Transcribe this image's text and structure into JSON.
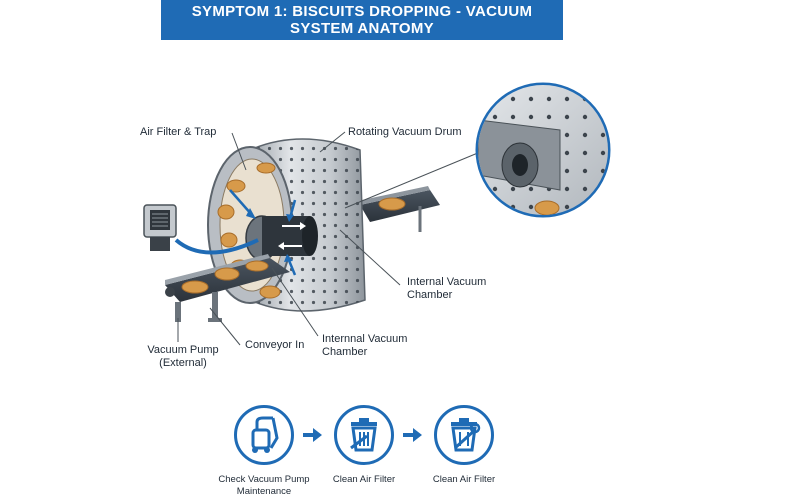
{
  "title": {
    "line1": "SYMPTOM 1: BISCUITS DROPPING - VACUUM",
    "line2": "SYSTEM ANATOMY"
  },
  "labels": {
    "air_filter": "Air Filter & Trap",
    "drum": "Rotating Vacuum Drum",
    "chamber_right_l1": "Internal Vacuum",
    "chamber_right_l2": "Chamber",
    "chamber_bottom_l1": "Internnal Vacuum",
    "chamber_bottom_l2": "Chamber",
    "pump_l1": "Vacuum Pump",
    "pump_l2": "(External)",
    "conveyor": "Conveyor In"
  },
  "steps": [
    {
      "label_l1": "Check Vacuum Pump",
      "label_l2": "Maintenance",
      "icon": "vacuum-cleaner-icon"
    },
    {
      "label_l1": "Clean Air Filter",
      "label_l2": "",
      "icon": "trash-can-icon"
    },
    {
      "label_l1": "Clean Air Filter",
      "label_l2": "",
      "icon": "wrench-bin-icon"
    }
  ],
  "colors": {
    "accent": "#1f6bb5",
    "metal": "#c9cdd2",
    "biscuit": "#d79a4a"
  }
}
